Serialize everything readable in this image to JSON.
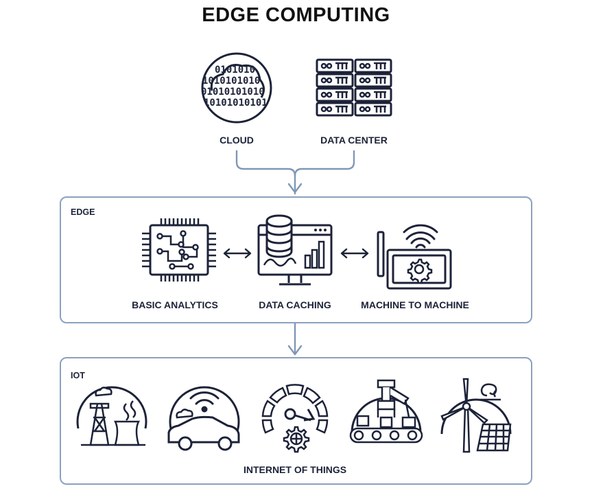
{
  "title": "EDGE COMPUTING",
  "top": {
    "cloud_label": "CLOUD",
    "datacenter_label": "DATA CENTER"
  },
  "edge": {
    "label": "EDGE",
    "items": [
      {
        "label": "BASIC ANALYTICS",
        "icon": "cpu-chip-icon"
      },
      {
        "label": "DATA CACHING",
        "icon": "database-monitor-icon"
      },
      {
        "label": "MACHINE TO MACHINE",
        "icon": "wireless-device-gear-icon"
      }
    ],
    "connector": "bidirectional-arrow-icon"
  },
  "iot": {
    "label": "IOT",
    "caption": "INTERNET OF THINGS",
    "icons": [
      "power-plant-icon",
      "connected-car-icon",
      "gauge-gear-icon",
      "robotic-assembly-icon",
      "renewable-energy-icon"
    ]
  },
  "colors": {
    "line": "#7f97b6",
    "ink": "#1c2238",
    "panel_border": "#8ba1bd"
  }
}
